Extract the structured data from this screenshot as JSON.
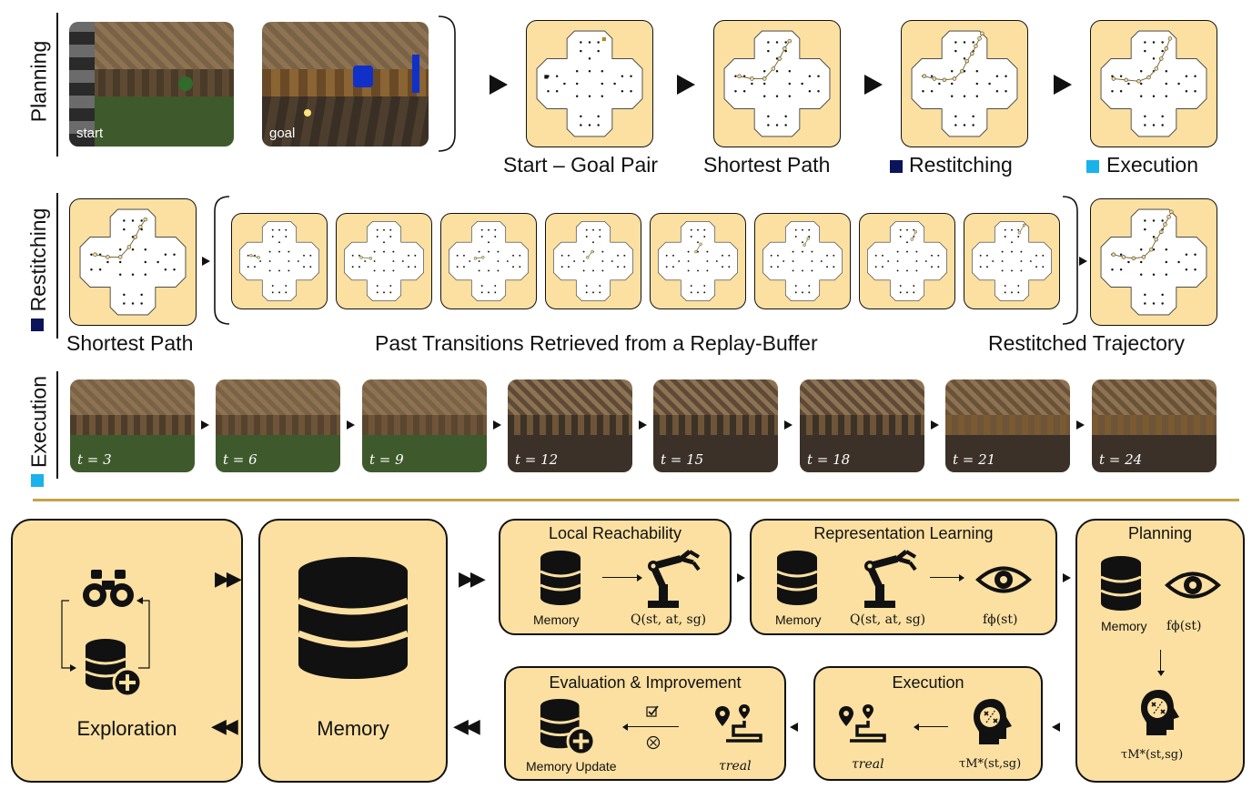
{
  "colors": {
    "panel": "#fbe0a1",
    "restitching": "#0c1459",
    "execution": "#1ab2ea",
    "divider": "#c6a24a"
  },
  "rows": {
    "planning": "Planning",
    "restitching": "Restitching",
    "execution": "Execution"
  },
  "planning": {
    "start_label": "start",
    "goal_label": "goal",
    "captions": [
      "Start – Goal Pair",
      "Shortest Path",
      "Restitching",
      "Execution"
    ]
  },
  "restitching": {
    "captions": [
      "Shortest Path",
      "Past Transitions Retrieved from a Replay-Buffer",
      "Restitched Trajectory"
    ]
  },
  "execution": {
    "timesteps": [
      "t = 3",
      "t = 6",
      "t = 9",
      "t = 12",
      "t = 15",
      "t = 18",
      "t = 21",
      "t = 24"
    ]
  },
  "pipeline": {
    "exploration": "Exploration",
    "memory": "Memory",
    "local_reachability": {
      "title": "Local Reachability",
      "memory_label": "Memory",
      "q_label": "Q(st, at, sg)"
    },
    "representation_learning": {
      "title": "Representation Learning",
      "memory_label": "Memory",
      "q_label": "Q(st, at, sg)",
      "f_label": "fϕ(st)"
    },
    "planning": {
      "title": "Planning",
      "memory_label": "Memory",
      "f_label": "fϕ(st)",
      "tau_label": "τM*(st,sg)"
    },
    "execution": {
      "title": "Execution",
      "tau_real": "τreal",
      "tau_m": "τM*(st,sg)"
    },
    "evaluation": {
      "title": "Evaluation & Improvement",
      "memory_update": "Memory Update",
      "tau_real": "τreal"
    }
  }
}
